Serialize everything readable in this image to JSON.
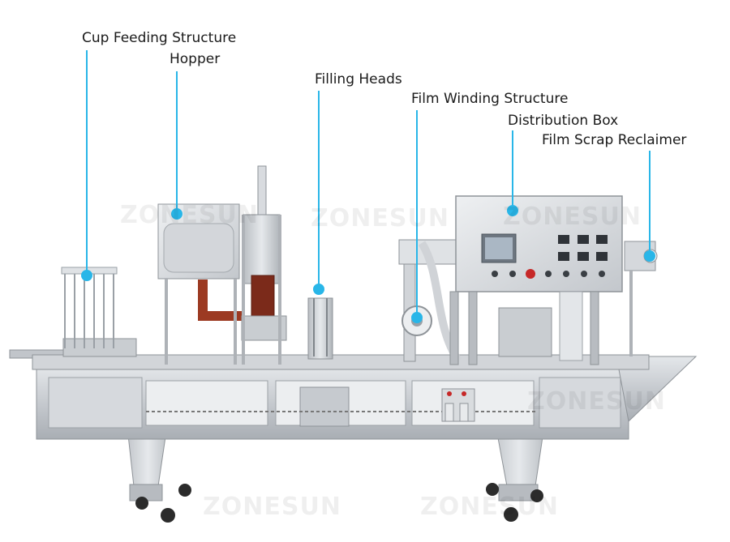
{
  "callouts": {
    "cup_feeding": "Cup Feeding Structure",
    "hopper": "Hopper",
    "filling_heads": "Filling Heads",
    "film_winding": "Film Winding Structure",
    "distribution_box": "Distribution Box",
    "film_scrap": "Film Scrap Reclaimer"
  },
  "watermark": "ZONESUN",
  "colors": {
    "callout_line": "#29b6e8",
    "steel": "#c9cdd1",
    "label_text": "#1a1a1a"
  }
}
